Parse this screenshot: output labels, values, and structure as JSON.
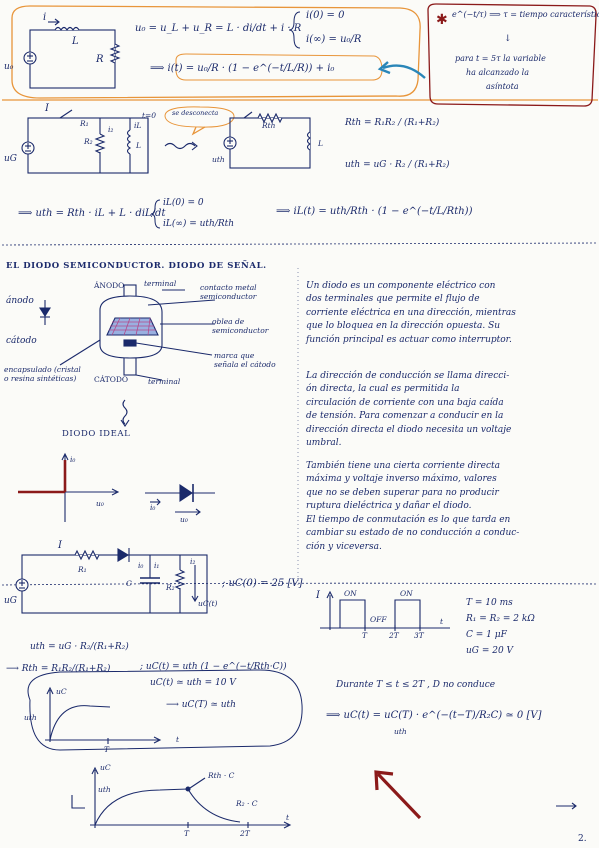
{
  "sec1": {
    "i_label": "i",
    "L_label": "L",
    "R_label": "R",
    "u0_label": "u₀",
    "kvl_eq": "u₀ = u_L + u_R = L · di/dt + i · R",
    "ic1": "i(0) = 0",
    "ic2": "i(∞) = u₀/R",
    "solution": "⟹ i(t) = u₀/R · (1 − e^(−t/L/R)) + i₀",
    "note_expr": "e^(−t/τ) ⟹ τ = tiempo característico",
    "note_down": "↓",
    "note_line1": "para t = 5τ la variable",
    "note_line2": "ha alcanzado la",
    "note_line3": "asíntota"
  },
  "sec2": {
    "I_label": "I",
    "R1_label": "R₁",
    "R2_label": "R₂",
    "i2_label": "i₂",
    "iL_label": "iL",
    "L_label": "L",
    "t0_label": "t=0",
    "ug_label": "uG",
    "bubble": "se desconecta",
    "uth_label": "uth",
    "Rth_label": "Rth",
    "L2_label": "L",
    "rth_eq": "Rth = R₁R₂ / (R₁+R₂)",
    "uth_eq": "uth = uG · R₂ / (R₁+R₂)",
    "ode_eq": "⟹ uth = Rth · iL + L · diL/dt",
    "ic1": "iL(0) = 0",
    "ic2": "iL(∞) = uth/Rth",
    "sol_eq": "⟹ iL(t) = uth/Rth · (1 − e^(−t/L/Rth))"
  },
  "sec3": {
    "title": "EL DIODO SEMICONDUCTOR. DIODO DE SEÑAL.",
    "anodo": "ánodo",
    "catodo": "cátodo",
    "anodo_caps": "ÁNODO",
    "terminal_top": "terminal",
    "contacto": "contacto metal semiconductor",
    "oblea": "oblea de semiconductor",
    "marca": "marca que señala el cátodo",
    "catodo_caps": "CÁTODO",
    "terminal_bot": "terminal",
    "encapsulado": "encapsulado (cristal o resina sintéticas)",
    "ideal": "DIODO IDEAL",
    "i0_axis": "i₀",
    "u0_axis": "u₀",
    "i0_sym": "i₀",
    "u0_sym": "u₀",
    "para1": "Un diodo es un componente eléctrico con\ndos terminales que permite el flujo de\ncorriente eléctrica en una dirección, mientras\nque lo bloquea en la dirección opuesta. Su\nfunción principal es actuar como interruptor.",
    "para2": "La dirección de conducción se llama direcci-\nón directa, la cual es permitida la\ncirculación de corriente con una baja caída\nde tensión. Para comenzar a conducir en la\ndirección directa el diodo necesita un voltaje\numbral.",
    "para3": "También tiene una cierta corriente directa\nmáxima y voltaje inverso máximo, valores\nque no se deben superar para no producir\nruptura dieléctrica y dañar el diodo.",
    "para4": "El tiempo de conmutación es lo que tarda en\ncambiar su estado de no conducción a conduc-\nción y viceversa."
  },
  "sec4": {
    "I_label": "I",
    "R1_label": "R₁",
    "i0_label": "i₀",
    "i1_label": "i₁",
    "i2_label": "i₂",
    "C_label": "C",
    "R2_label": "R₂",
    "uct_label": "uC(t)",
    "ug_label": "uG",
    "ic_eq": "; uC(0) = 25 [V]",
    "ic_den": "25",
    "sq_I": "I",
    "on1": "ON",
    "off": "OFF",
    "on2": "ON",
    "tick_T": "T",
    "tick_2T": "2T",
    "tick_3T": "3T",
    "t_axis": "t",
    "param_T": "T = 10 ms",
    "param_R": "R₁ = R₂ = 2 kΩ",
    "param_C": "C = 1 μF",
    "param_u": "uG = 20 V",
    "uth_eq": "uth = uG · R₂/(R₁+R₂)",
    "rth_eq": "⟶ Rth = R₁R₂/(R₁+R₂)",
    "uc_eq": "; uC(t) = uth (1 − e^(−t/Rth·C))",
    "uc_inf": "uC(t) ≃ uth = 10 V",
    "graph1_uc": "uC",
    "graph1_uth": "uth",
    "graph1_T": "T",
    "graph1_t": "t",
    "graph1_res": "⟶ uC(T) ≃ uth",
    "durante": "Durante T ≤ t ≤ 2T , D no conduce",
    "decay_eq": "⟹ uC(t) = uC(T) · e^(−(t−T)/R₂C) ≃ 0 [V]",
    "decay_sub": "uth",
    "graph2_uc": "uC",
    "graph2_uth": "uth",
    "graph2_rthc": "Rth · C",
    "graph2_r2c": "R₂ · C",
    "graph2_T": "T",
    "graph2_2T": "2T",
    "graph2_t": "t",
    "page_number": "2."
  },
  "colors": {
    "ink": "#1b2a6b",
    "orange": "#e8953a",
    "red": "#8b1a1a",
    "cyan": "#2a86b8"
  }
}
